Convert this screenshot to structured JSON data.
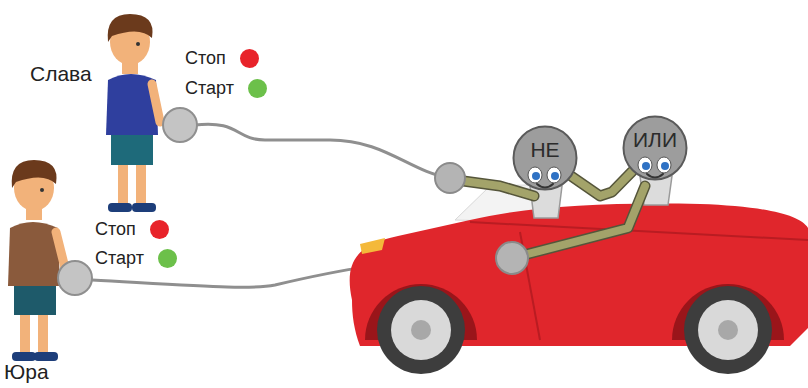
{
  "diagram": {
    "nodes": [
      {
        "text": [
          "НЕ"
        ]
      },
      {
        "text": [
          "ИЛИ"
        ]
      }
    ],
    "edges": [
      {
        "from": 0,
        "to": 1,
        "arrow": "none"
      }
    ],
    "labels": [
      "Слава",
      "Юра"
    ],
    "legend": [
      {
        "text": "Стоп",
        "color": "#e8232a"
      },
      {
        "text": "Старт",
        "color": "#6cc04a"
      },
      {
        "text": "Стоп",
        "color": "#e8232a"
      },
      {
        "text": "Старт",
        "color": "#6cc04a"
      }
    ]
  }
}
